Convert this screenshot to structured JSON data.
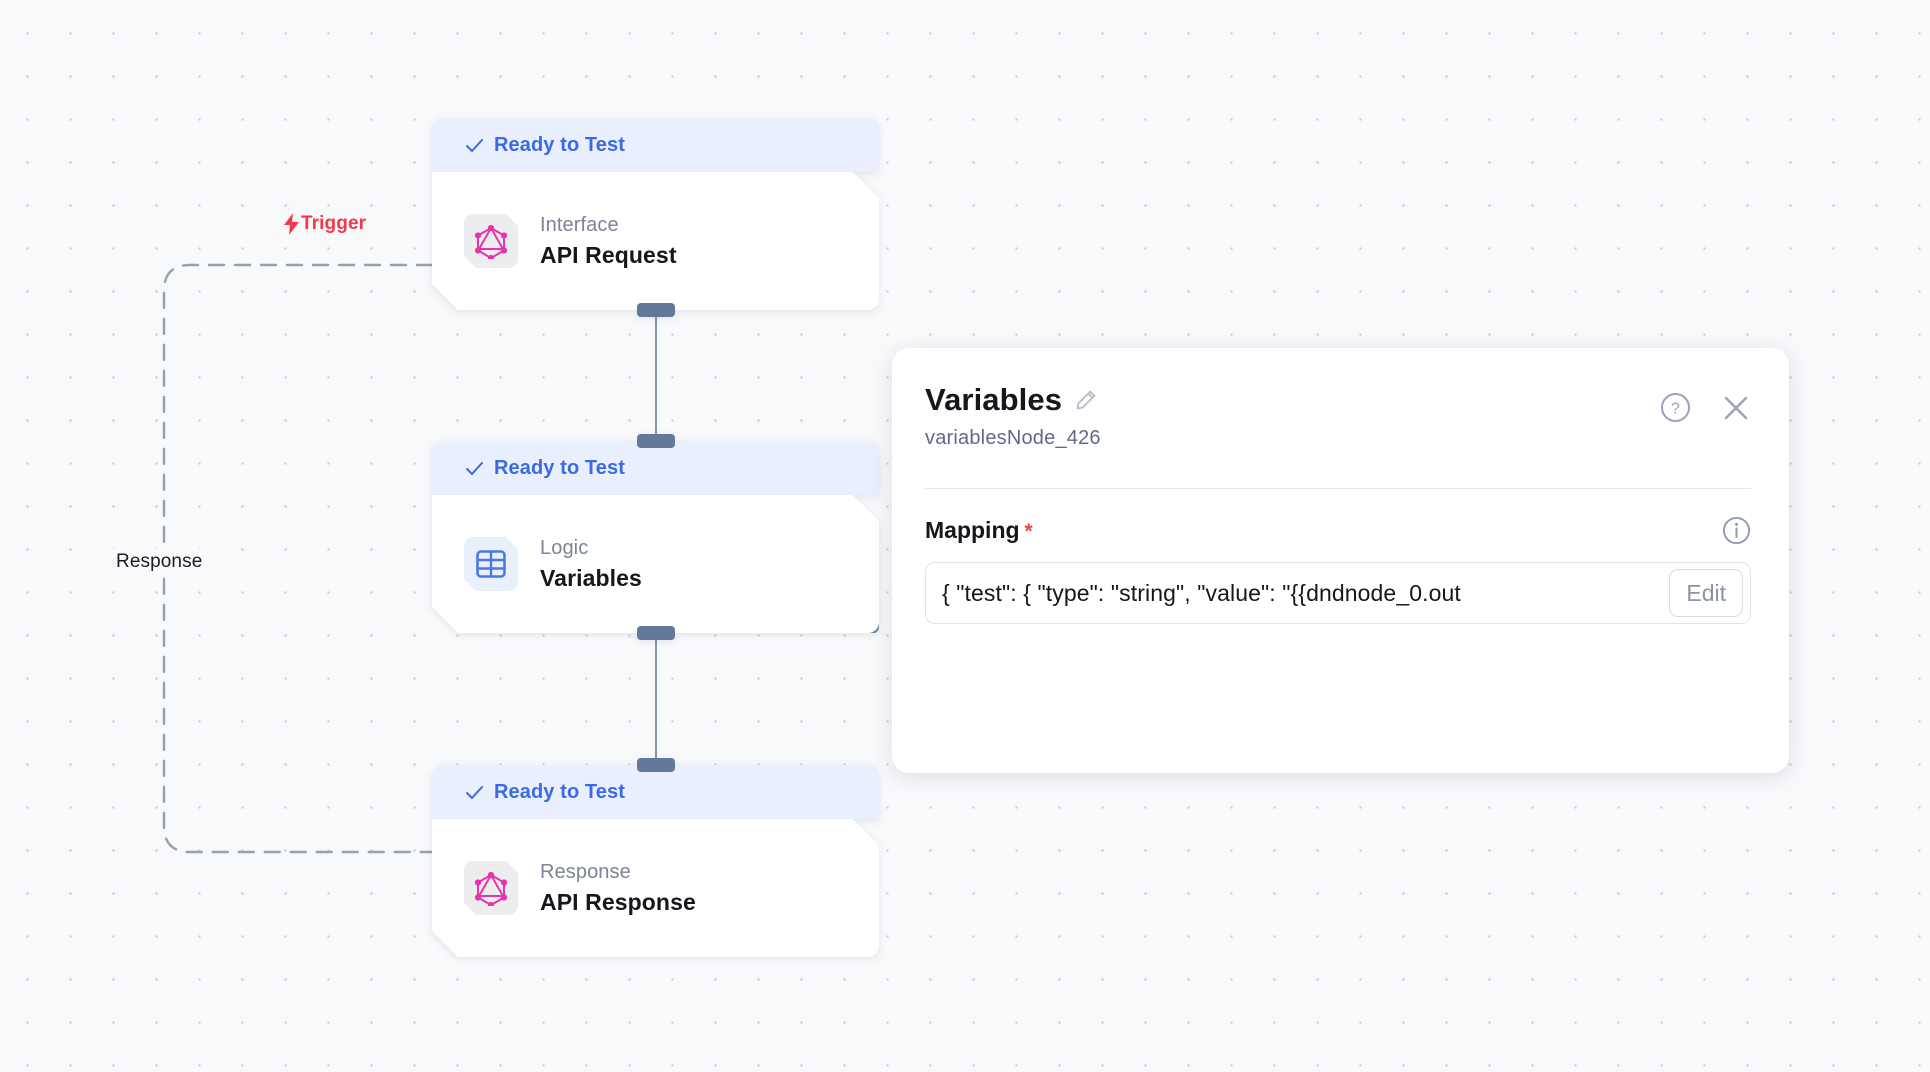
{
  "canvas": {
    "background_color": "#f8f9fb",
    "dot_color": "#c3c7d4"
  },
  "edges": [
    {
      "name": "trigger-edge",
      "label": "Trigger",
      "icon": "lightning-bolt-icon",
      "color": "#f4394b"
    },
    {
      "name": "response-edge",
      "label": "Response",
      "color": "#1b1d21"
    }
  ],
  "nodes": [
    {
      "id": "api-request",
      "status": "Ready to Test",
      "status_icon": "check-icon",
      "status_color": "#3b6ae3",
      "kind": "Interface",
      "title": "API Request",
      "icon": "graphql-icon",
      "icon_color": "#e535ab",
      "selected": false
    },
    {
      "id": "variables",
      "status": "Ready to Test",
      "status_icon": "check-icon",
      "status_color": "#3b6ae3",
      "kind": "Logic",
      "title": "Variables",
      "icon": "table-grid-icon",
      "icon_color": "#4a7ae0",
      "selected": true
    },
    {
      "id": "api-response",
      "status": "Ready to Test",
      "status_icon": "check-icon",
      "status_color": "#3b6ae3",
      "kind": "Response",
      "title": "API Response",
      "icon": "graphql-icon",
      "icon_color": "#e535ab",
      "selected": false
    }
  ],
  "panel": {
    "title": "Variables",
    "edit_title_icon": "pencil-icon",
    "subtitle": "variablesNode_426",
    "help_icon": "question-circle-icon",
    "close_icon": "close-icon",
    "mapping": {
      "label": "Mapping",
      "required_marker": "*",
      "info_icon": "info-circle-icon",
      "value": "{  \"test\": {    \"type\": \"string\",   \"value\": \"{{dndnode_0.out",
      "edit_label": "Edit"
    }
  }
}
